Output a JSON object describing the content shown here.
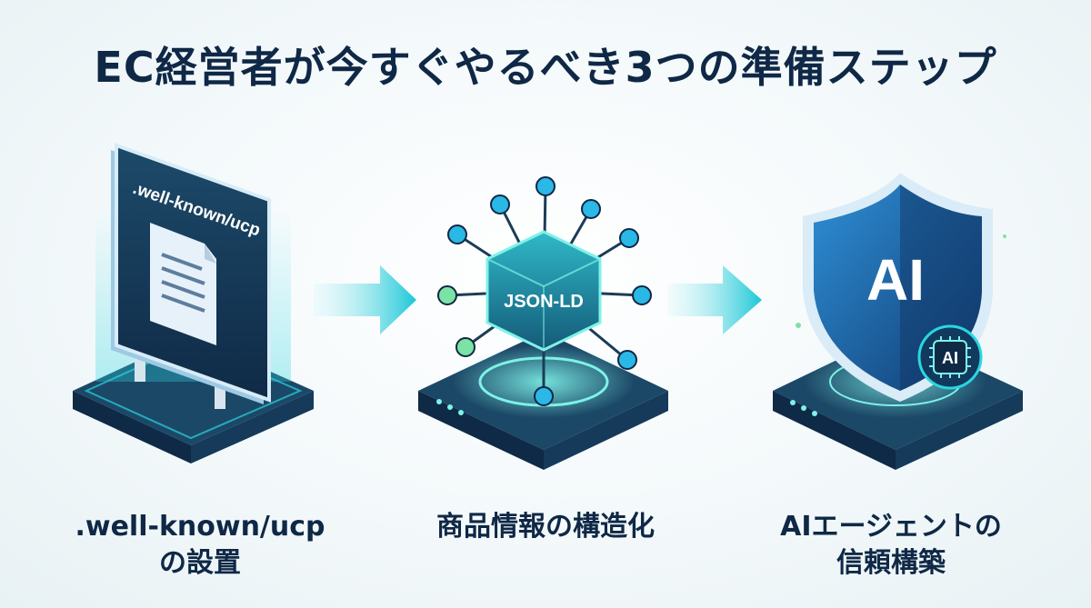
{
  "title": "EC経営者が今すぐやるべき3つの準備ステップ",
  "steps": [
    {
      "illustration_text": ".well-known/ucp",
      "label_line1": ".well-known/ucp",
      "label_line2": "の設置",
      "icon": "document-panel-icon"
    },
    {
      "illustration_text": "JSON-LD",
      "label_line1": "商品情報の構造化",
      "label_line2": "",
      "icon": "structured-data-cube-icon"
    },
    {
      "illustration_text": "AI",
      "badge_text": "AI",
      "label_line1": "AIエージェントの",
      "label_line2": "信頼構築",
      "icon": "shield-icon"
    }
  ],
  "colors": {
    "navy": "#0f2846",
    "accent": "#2ad6e0",
    "green": "#7be3a5"
  }
}
